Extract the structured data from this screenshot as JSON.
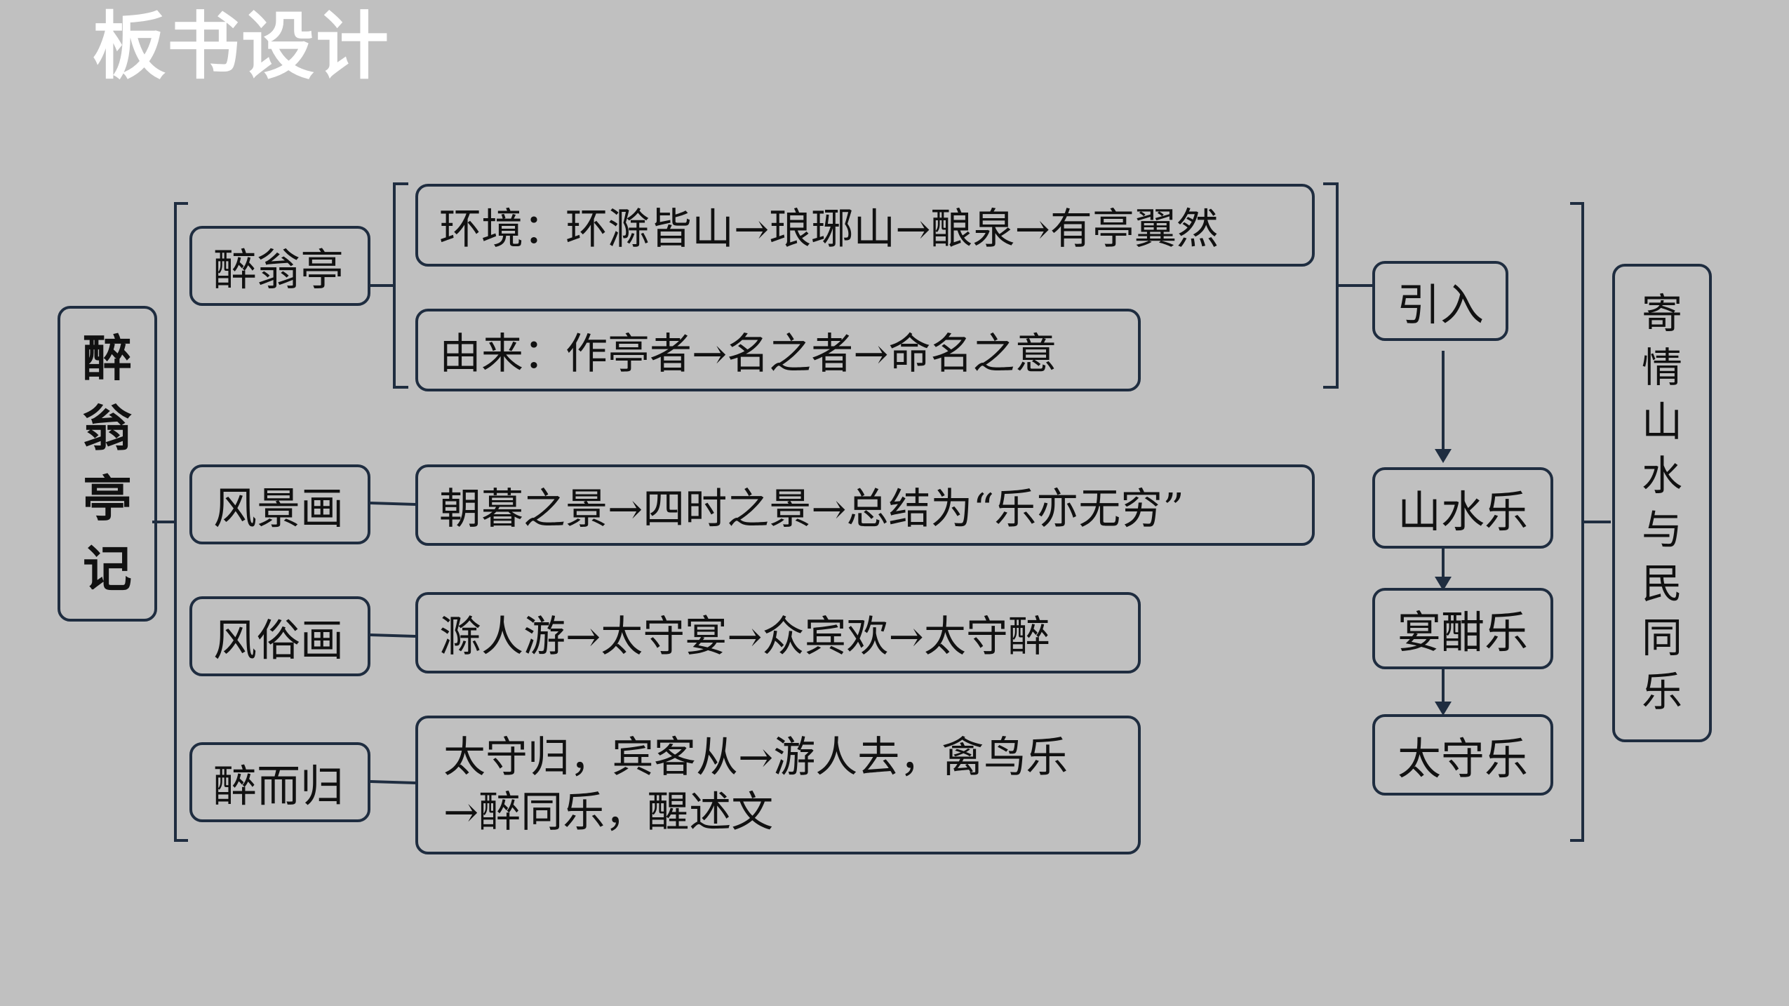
{
  "title": "板书设计",
  "root": [
    "醉",
    "翁",
    "亭",
    "记"
  ],
  "sections": {
    "zuiwengting": {
      "label": "醉翁亭",
      "items": [
        "环境：环滁皆山→琅琊山→酿泉→有亭翼然",
        "由来：作亭者→名之者→命名之意"
      ]
    },
    "fengjinghua": {
      "label": "风景画",
      "text": "朝暮之景→四时之景→总结为“乐亦无穷”"
    },
    "fengsuhua": {
      "label": "风俗画",
      "text": "滁人游→太守宴→众宾欢→太守醉"
    },
    "zuiergui": {
      "label": "醉而归",
      "line1": "太守归，宾客从→游人去，禽鸟乐",
      "line2": "→醉同乐，醒述文"
    }
  },
  "flow": [
    "引入",
    "山水乐",
    "宴酣乐",
    "太守乐"
  ],
  "conclusion": [
    "寄",
    "情",
    "山",
    "水",
    "与",
    "民",
    "同",
    "乐"
  ]
}
